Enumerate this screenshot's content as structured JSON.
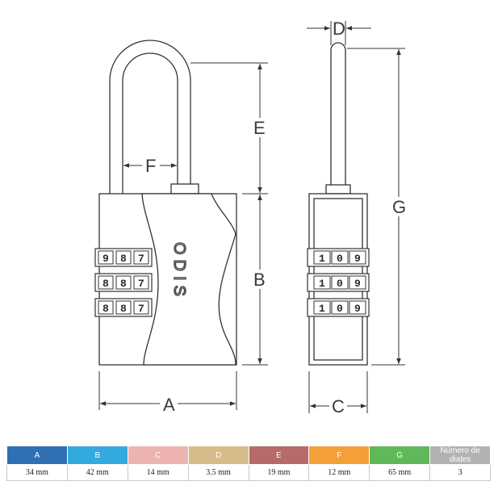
{
  "drawing": {
    "brand": "ODIS",
    "front_dials": [
      [
        "9",
        "8",
        "7"
      ],
      [
        "8",
        "8",
        "7"
      ],
      [
        "8",
        "8",
        "7"
      ]
    ],
    "side_dials": [
      [
        "1",
        "0",
        "9"
      ],
      [
        "1",
        "0",
        "9"
      ],
      [
        "1",
        "0",
        "9"
      ]
    ],
    "labels": {
      "a": "A",
      "b": "B",
      "c": "C",
      "d": "D",
      "e": "E",
      "f": "F",
      "g": "G"
    }
  },
  "table": {
    "headers": [
      {
        "label": "A",
        "color": "#2f6fb3"
      },
      {
        "label": "B",
        "color": "#33a9de"
      },
      {
        "label": "C",
        "color": "#edb3b1"
      },
      {
        "label": "D",
        "color": "#d6bc88"
      },
      {
        "label": "E",
        "color": "#b66a6a"
      },
      {
        "label": "F",
        "color": "#f4a03a"
      },
      {
        "label": "G",
        "color": "#5fb85a"
      },
      {
        "label": "Número de diales",
        "color": "#b2b2b2"
      }
    ],
    "values": [
      "34 mm",
      "42 mm",
      "14 mm",
      "3.5 mm",
      "19 mm",
      "12 mm",
      "65 mm",
      "3"
    ]
  }
}
